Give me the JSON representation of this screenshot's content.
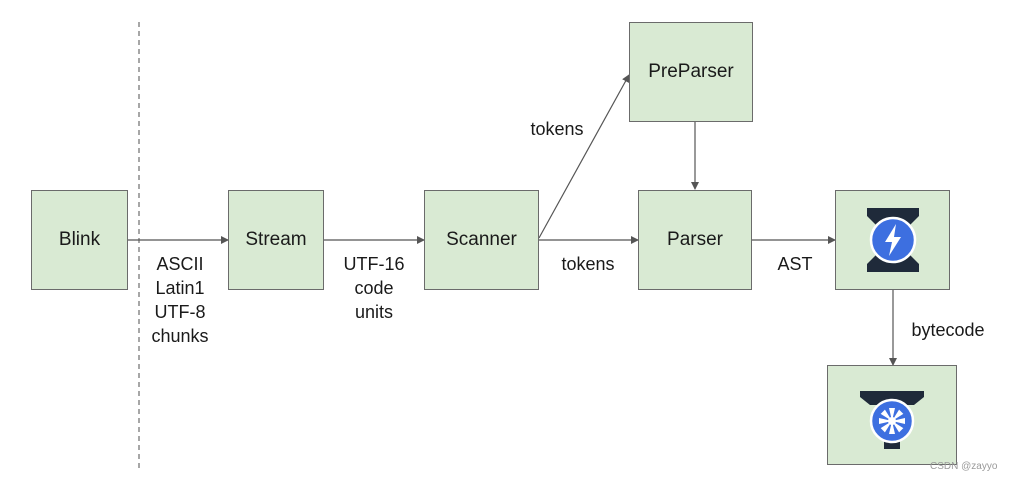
{
  "nodes": {
    "blink": "Blink",
    "stream": "Stream",
    "scanner": "Scanner",
    "preparser": "PreParser",
    "parser": "Parser"
  },
  "edges": {
    "blink_to_stream": [
      "ASCII",
      "Latin1",
      "UTF-8",
      "chunks"
    ],
    "stream_to_scanner": [
      "UTF-16",
      "code",
      "units"
    ],
    "scanner_to_preparser": "tokens",
    "scanner_to_parser": "tokens",
    "parser_to_ignition": "AST",
    "ignition_to_turbofan": "bytecode"
  },
  "icons": {
    "ignition": "ignition-interpreter-icon",
    "turbofan": "turbofan-compiler-icon"
  },
  "colors": {
    "node_fill": "#d9ead3",
    "node_border": "#6b6b6b",
    "arrow": "#555555",
    "icon_blue": "#3d6fe0"
  },
  "watermark": "CSDN @zayyo"
}
